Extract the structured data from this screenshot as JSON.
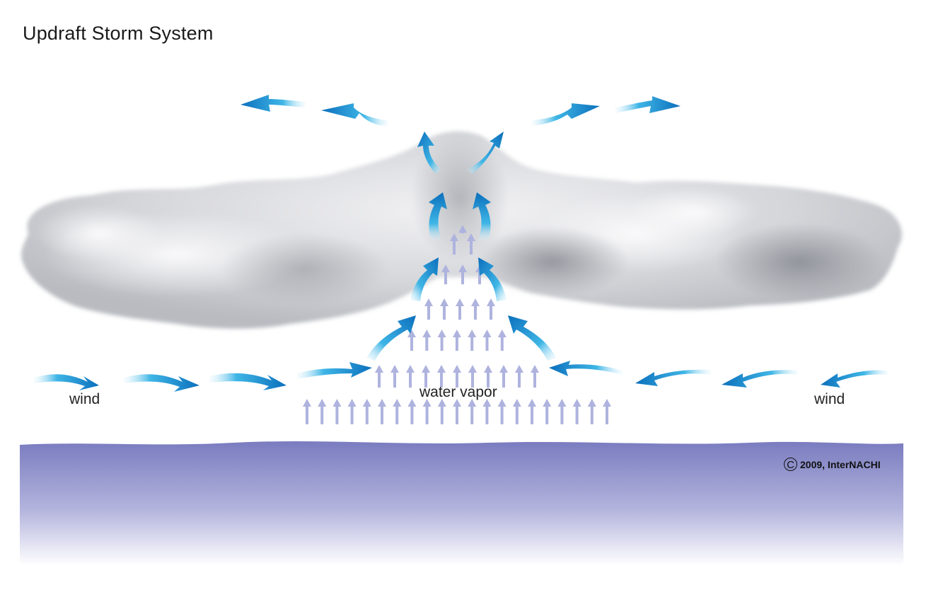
{
  "title": "Updraft Storm System",
  "labels": {
    "wind_left": "wind",
    "wind_right": "wind",
    "water_vapor": "water vapor"
  },
  "copyright": {
    "symbol": "C",
    "text": "2009, InterNACHI"
  },
  "colors": {
    "sea_top": "#7a7cc0",
    "sea_bottom": "#ffffff",
    "arrow_blue": "#0a73bf",
    "vapor_arrow": "#aeb3de",
    "cloud_light": "#eeeef0",
    "cloud_dark": "#8e9097"
  }
}
